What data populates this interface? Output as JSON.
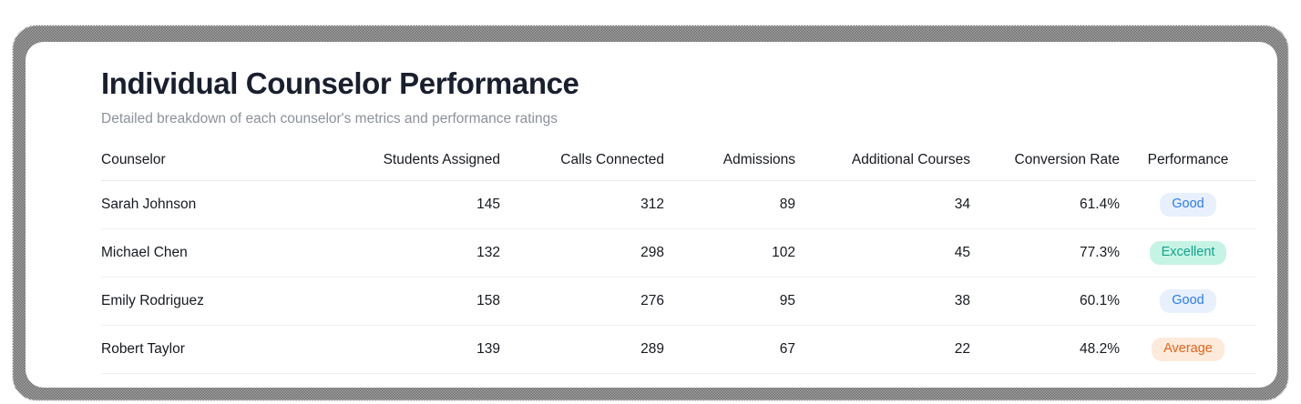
{
  "card": {
    "title": "Individual Counselor Performance",
    "subtitle": "Detailed breakdown of each counselor's metrics and performance ratings"
  },
  "table": {
    "columns": [
      "Counselor",
      "Students Assigned",
      "Calls Connected",
      "Admissions",
      "Additional Courses",
      "Conversion Rate",
      "Performance"
    ],
    "rows": [
      {
        "counselor": "Sarah Johnson",
        "students_assigned": "145",
        "calls_connected": "312",
        "admissions": "89",
        "additional_courses": "34",
        "conversion_rate": "61.4%",
        "performance": "Good",
        "performance_variant": "good"
      },
      {
        "counselor": "Michael Chen",
        "students_assigned": "132",
        "calls_connected": "298",
        "admissions": "102",
        "additional_courses": "45",
        "conversion_rate": "77.3%",
        "performance": "Excellent",
        "performance_variant": "excellent"
      },
      {
        "counselor": "Emily Rodriguez",
        "students_assigned": "158",
        "calls_connected": "276",
        "admissions": "95",
        "additional_courses": "38",
        "conversion_rate": "60.1%",
        "performance": "Good",
        "performance_variant": "good"
      },
      {
        "counselor": "Robert Taylor",
        "students_assigned": "139",
        "calls_connected": "289",
        "admissions": "67",
        "additional_courses": "22",
        "conversion_rate": "48.2%",
        "performance": "Average",
        "performance_variant": "average"
      }
    ]
  },
  "colors": {
    "title": "#1a1f2e",
    "subtitle": "#8c919b",
    "badge_good_text": "#2b7cf0",
    "badge_good_bg": "#e8f0fe",
    "badge_excellent_text": "#11a38e",
    "badge_excellent_bg": "#c6f4e4",
    "badge_average_text": "#e8631a",
    "badge_average_bg": "#fdeada"
  }
}
